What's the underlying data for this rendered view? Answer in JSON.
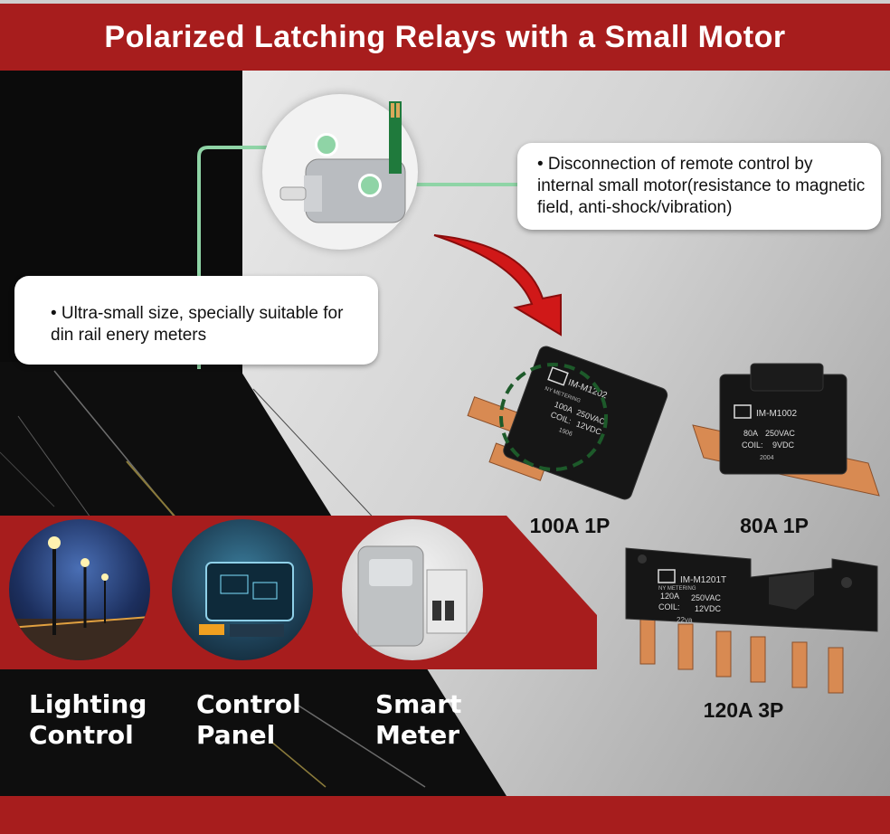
{
  "header": {
    "title": "Polarized Latching Relays with a Small Motor"
  },
  "callouts": {
    "motor_feature": "• Disconnection of remote control by internal small motor(resistance to magnetic field, anti-shock/vibration)",
    "size_feature": "• Ultra-small size, specially suitable for din rail enery meters"
  },
  "products": [
    {
      "label": "100A 1P",
      "model": "IM-M1202",
      "brand": "NY METERING",
      "rating": "100A",
      "voltage": "250VAC",
      "coil_label": "COIL:",
      "coil": "12VDC",
      "code": "1906"
    },
    {
      "label": "80A 1P",
      "model": "IM-M1002",
      "rating": "80A",
      "voltage": "250VAC",
      "coil_label": "COIL:",
      "coil": "9VDC",
      "code": "2004"
    },
    {
      "label": "120A 3P",
      "model": "IM-M1201T",
      "brand": "NY METERING",
      "rating": "120A",
      "voltage": "250VAC",
      "coil_label": "COIL:",
      "coil": "12VDC",
      "code": "22ya"
    }
  ],
  "applications": [
    {
      "line1": "Lighting",
      "line2": "Control"
    },
    {
      "line1": "Control",
      "line2": "Panel"
    },
    {
      "line1": "Smart",
      "line2": "Meter"
    }
  ],
  "colors": {
    "brand_red": "#a71d1d",
    "callout_line": "#8fd4a6",
    "highlight_dash": "#1d5a2a",
    "copper": "#d88a52"
  }
}
